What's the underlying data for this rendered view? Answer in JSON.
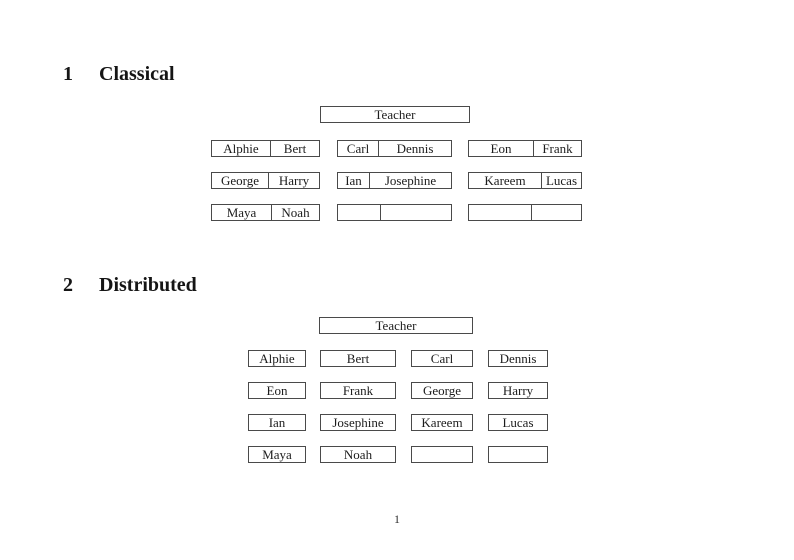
{
  "page": {
    "number": "1"
  },
  "classical": {
    "heading_number": "1",
    "heading_title": "Classical",
    "teacher_label": "Teacher",
    "rows": [
      [
        [
          "Alphie",
          "Bert"
        ],
        [
          "Carl",
          "Dennis"
        ],
        [
          "Eon",
          "Frank"
        ]
      ],
      [
        [
          "George",
          "Harry"
        ],
        [
          "Ian",
          "Josephine"
        ],
        [
          "Kareem",
          "Lucas"
        ]
      ],
      [
        [
          "Maya",
          "Noah"
        ],
        [
          "",
          ""
        ],
        [
          "",
          ""
        ]
      ]
    ]
  },
  "distributed": {
    "heading_number": "2",
    "heading_title": "Distributed",
    "teacher_label": "Teacher",
    "rows": [
      [
        "Alphie",
        "Bert",
        "Carl",
        "Dennis"
      ],
      [
        "Eon",
        "Frank",
        "George",
        "Harry"
      ],
      [
        "Ian",
        "Josephine",
        "Kareem",
        "Lucas"
      ],
      [
        "Maya",
        "Noah",
        "",
        ""
      ]
    ]
  }
}
